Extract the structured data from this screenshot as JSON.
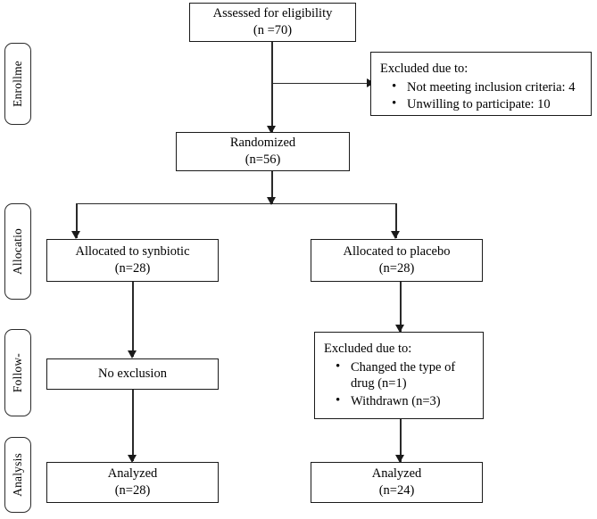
{
  "diagram": {
    "type": "consort-flow-diagram",
    "phases": [
      {
        "id": "enrollment",
        "label": "Enrollme"
      },
      {
        "id": "allocation",
        "label": "Allocatio"
      },
      {
        "id": "followup",
        "label": "Follow-"
      },
      {
        "id": "analysis",
        "label": "Analysis"
      }
    ],
    "boxes": {
      "assessed": {
        "line1": "Assessed for eligibility",
        "line2": "(n =70)"
      },
      "excluded_enrollment": {
        "heading": "Excluded due to:",
        "items": [
          "Not meeting inclusion criteria: 4",
          "Unwilling to participate: 10"
        ]
      },
      "randomized": {
        "line1": "Randomized",
        "line2": "(n=56)"
      },
      "allocated_synbiotic": {
        "line1": "Allocated to synbiotic",
        "line2": "(n=28)"
      },
      "allocated_placebo": {
        "line1": "Allocated to placebo",
        "line2": "(n=28)"
      },
      "followup_left": {
        "line1": "No exclusion"
      },
      "followup_right": {
        "heading": "Excluded due to:",
        "items": [
          "Changed the type of drug (n=1)",
          "Withdrawn (n=3)"
        ]
      },
      "analyzed_left": {
        "line1": "Analyzed",
        "line2": "(n=28)"
      },
      "analyzed_right": {
        "line1": "Analyzed",
        "line2": "(n=24)"
      }
    },
    "colors": {
      "stroke": "#1a1a1a",
      "background": "#ffffff"
    }
  }
}
